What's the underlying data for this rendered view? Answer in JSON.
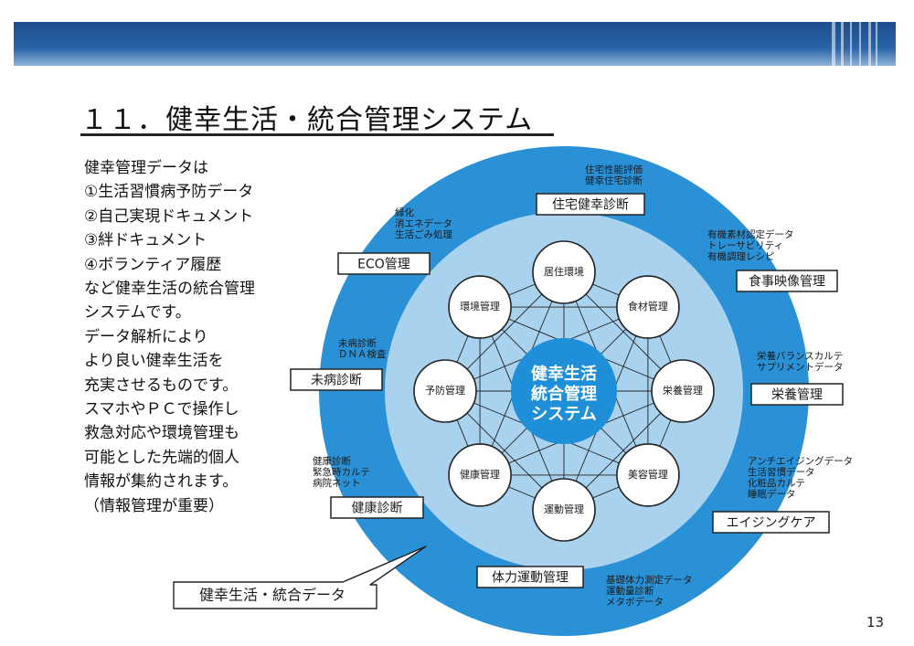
{
  "title": "１１．健幸生活・統合管理システム",
  "page_number": "13",
  "body_lines": [
    "健幸管理データは",
    "①生活習慣病予防データ",
    "②自己実現ドキュメント",
    "③絆ドキュメント",
    "④ボランティア履歴",
    "など健幸生活の統合管理",
    "システムです。",
    "データ解析により",
    "より良い健幸生活を",
    "充実させるものです。",
    "スマホやＰＣで操作し",
    "救急対応や環境管理も",
    "可能とした先端的個人",
    "情報が集約されます。",
    "（情報管理が重要）"
  ],
  "center": {
    "lines": [
      "健幸生活",
      "統合管理",
      "システム"
    ]
  },
  "inner_nodes": [
    "居住環境",
    "食材管理",
    "栄養管理",
    "美容管理",
    "運動管理",
    "健康管理",
    "予防管理",
    "環境管理"
  ],
  "outer_boxes": [
    "住宅健幸診断",
    "食事映像管理",
    "栄養管理",
    "エイジングケア",
    "体力運動管理",
    "健康診断",
    "未病診断",
    "ECO管理"
  ],
  "annotations": [
    [
      "住宅性能評価",
      "健幸住宅診断"
    ],
    [
      "有機素材認定データ",
      "トレーサビリティ",
      "有機調理レシピ"
    ],
    [
      "栄養バランスカルテ",
      "サプリメントデータ"
    ],
    [
      "アンチエイジングデータ",
      "生活習慣データ",
      "化粧品カルテ",
      "睡眠データ"
    ],
    [
      "基礎体力測定データ",
      "運動量診断",
      "メタボデータ"
    ],
    [
      "健康診断",
      "緊急時カルテ",
      "病院ネット"
    ],
    [
      "未病診断",
      "ＤＮＡ検査"
    ],
    [
      "緑化",
      "消エネデータ",
      "生活ごみ処理"
    ]
  ],
  "callout": "健幸生活・統合データ",
  "colors": {
    "outer_ring": "#2b91d6",
    "inner_ring": "#a9d2ef",
    "center": "#1e8fd8",
    "header_dark": "#1d4d8c",
    "header_light": "#8fb3d9"
  }
}
